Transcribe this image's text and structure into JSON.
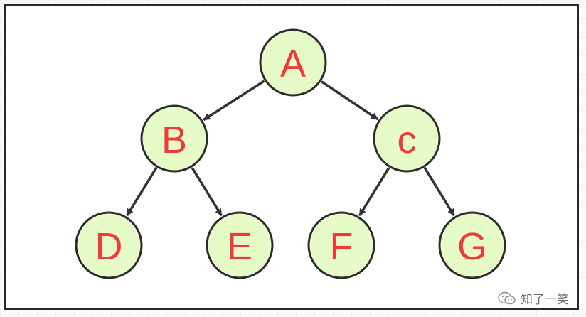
{
  "colors": {
    "node_fill": "#e6fbc8",
    "node_stroke": "#2c2c2c",
    "label": "#f03a3a",
    "edge": "#333333",
    "frame": "#2a2a2a"
  },
  "tree": {
    "nodes": [
      {
        "id": "A",
        "label": "A"
      },
      {
        "id": "B",
        "label": "B"
      },
      {
        "id": "C",
        "label": "c"
      },
      {
        "id": "D",
        "label": "D"
      },
      {
        "id": "E",
        "label": "E"
      },
      {
        "id": "F",
        "label": "F"
      },
      {
        "id": "G",
        "label": "G"
      }
    ],
    "edges": [
      {
        "from": "A",
        "to": "B"
      },
      {
        "from": "A",
        "to": "C"
      },
      {
        "from": "B",
        "to": "D"
      },
      {
        "from": "B",
        "to": "E"
      },
      {
        "from": "C",
        "to": "F"
      },
      {
        "from": "C",
        "to": "G"
      }
    ]
  },
  "watermark": {
    "icon": "wechat-icon",
    "text": "知了一笑"
  }
}
